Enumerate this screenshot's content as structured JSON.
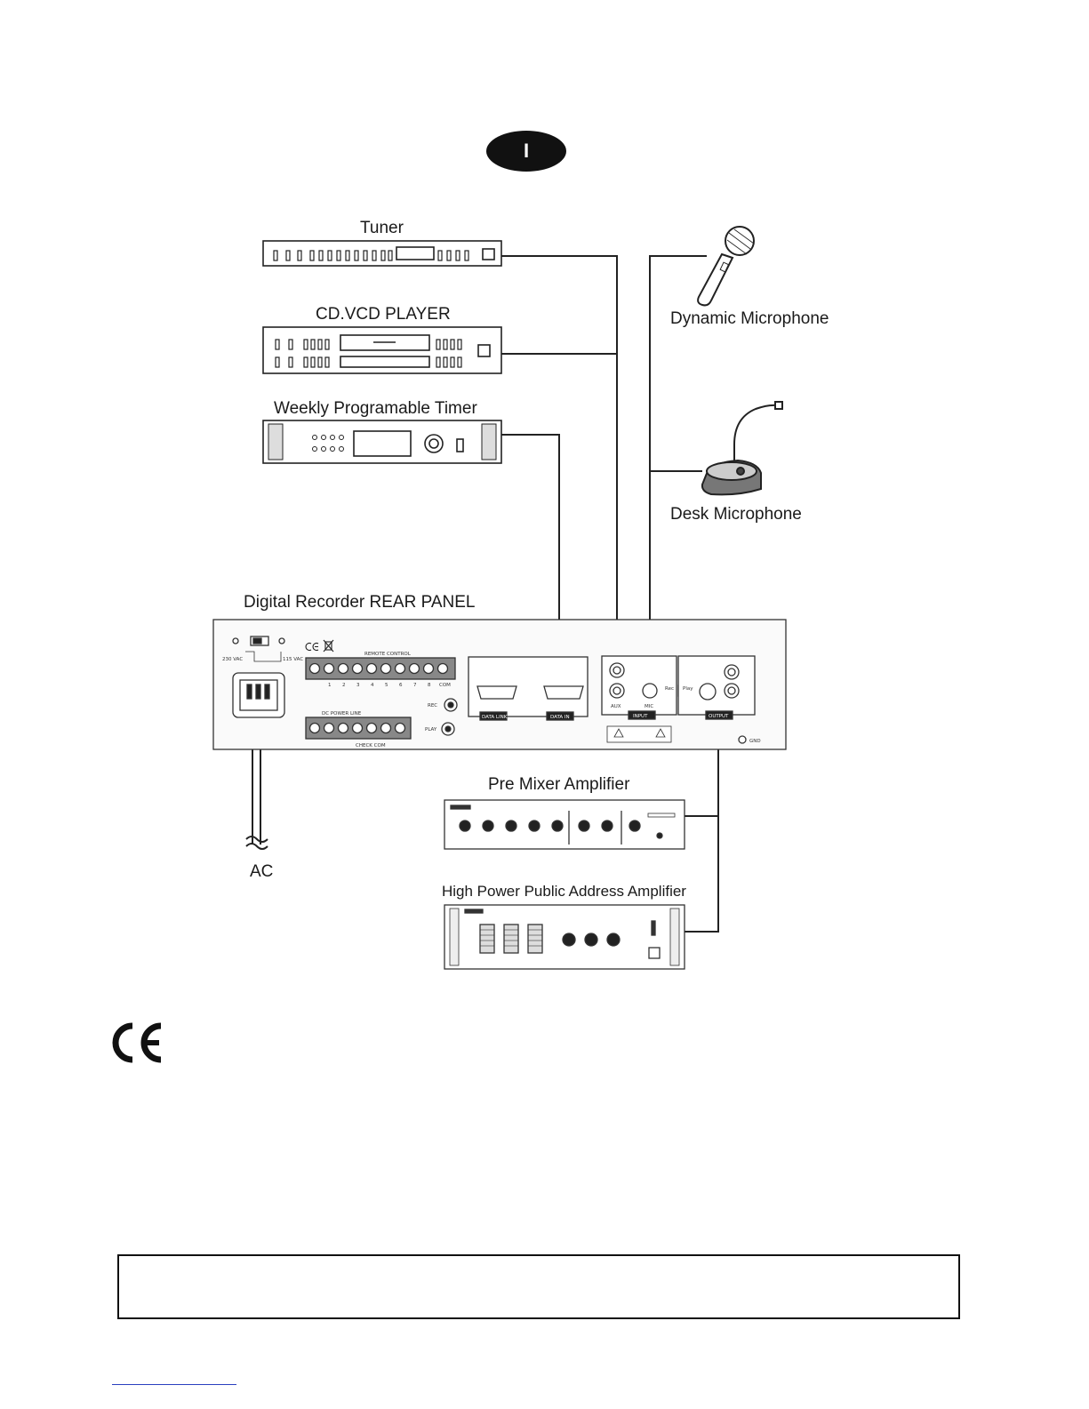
{
  "section_badge": "I",
  "devices": {
    "tuner": "Tuner",
    "cd_player": "CD.VCD PLAYER",
    "timer": "Weekly Programable Timer",
    "dynamic_mic": "Dynamic Microphone",
    "desk_mic": "Desk Microphone",
    "recorder": "Digital Recorder REAR PANEL",
    "pre_mixer": "Pre Mixer Amplifier",
    "pa_amp": "High Power Public Address Amplifier",
    "ac": "AC"
  },
  "rear_panel": {
    "v230": "230 VAC",
    "v115": "115 VAC",
    "remote_control": "REMOTE CONTROL",
    "terminals": [
      "1",
      "2",
      "3",
      "4",
      "5",
      "6",
      "7",
      "8",
      "COM"
    ],
    "dc_power": "DC POWER LINE",
    "check_com": "CHECK COM",
    "rec": "REC",
    "play": "PLAY",
    "data_link": "DATA LINK",
    "data_in": "DATA IN",
    "aux": "AUX",
    "mic": "MIC",
    "input": "INPUT",
    "rec_switch": "Rec",
    "play_switch": "Play",
    "output": "OUTPUT",
    "gnd": "GND"
  },
  "icons": [
    "ce-mark-icon",
    "section-badge-icon"
  ]
}
